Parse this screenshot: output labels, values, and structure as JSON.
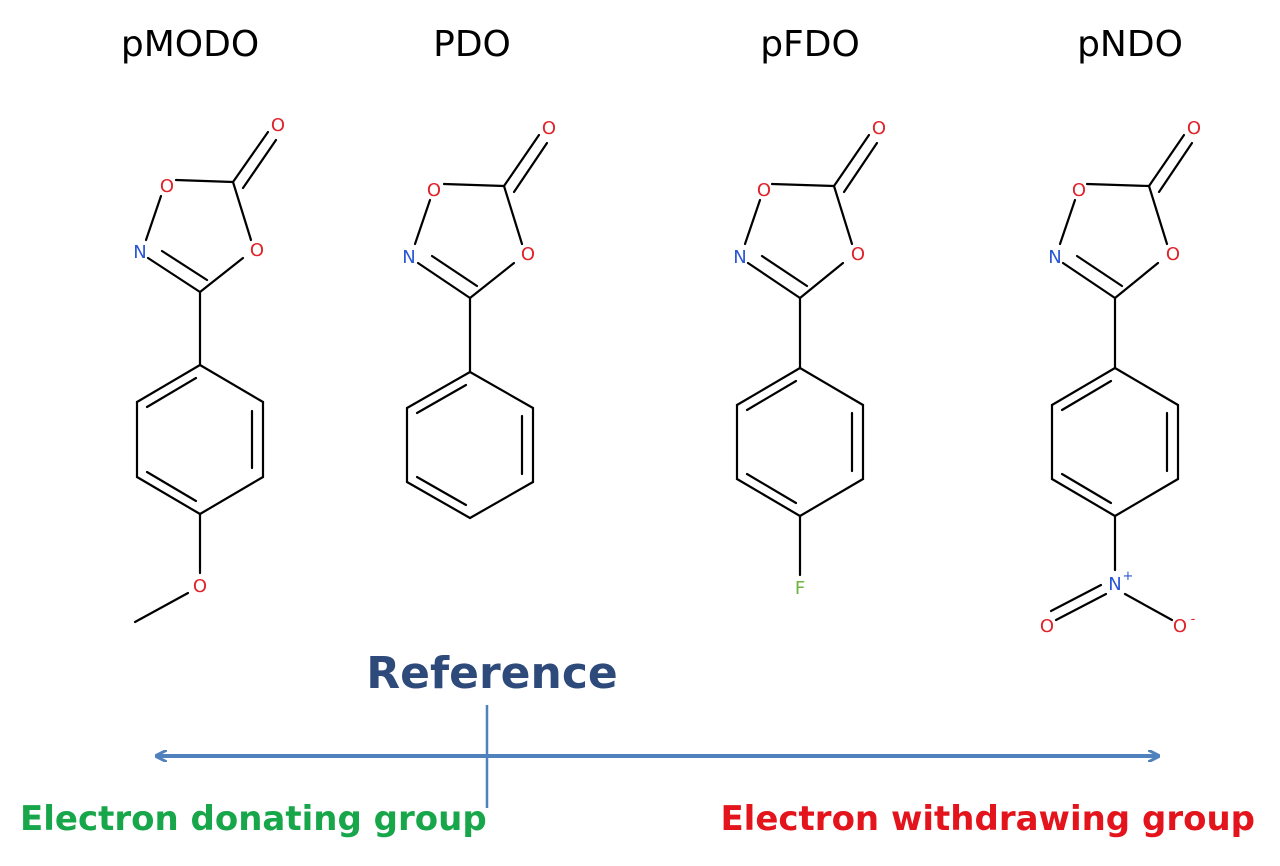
{
  "colors": {
    "oxygen": "#e0222a",
    "nitrogen": "#2a55d4",
    "fluorine": "#6db33f",
    "bond": "#000000",
    "arrow": "#4f81bd",
    "reference": "#2e4a7a",
    "donating": "#18a64a",
    "withdrawing": "#e3141b"
  },
  "molecules": [
    {
      "name": "pMODO",
      "substituent": "methoxy",
      "atoms": {
        "carbonyl_o": "O",
        "ring_o1": "O",
        "ring_o2": "O",
        "ring_n": "N",
        "sub_atom": "O"
      }
    },
    {
      "name": "PDO",
      "substituent": "none",
      "atoms": {
        "carbonyl_o": "O",
        "ring_o1": "O",
        "ring_o2": "O",
        "ring_n": "N"
      }
    },
    {
      "name": "pFDO",
      "substituent": "fluoro",
      "atoms": {
        "carbonyl_o": "O",
        "ring_o1": "O",
        "ring_o2": "O",
        "ring_n": "N",
        "sub_atom": "F"
      }
    },
    {
      "name": "pNDO",
      "substituent": "nitro",
      "atoms": {
        "carbonyl_o": "O",
        "ring_o1": "O",
        "ring_o2": "O",
        "ring_n": "N",
        "sub_atom": "N",
        "nitro_o1": "O",
        "nitro_o2": "O",
        "charge_plus": "+",
        "charge_minus": "-"
      }
    }
  ],
  "scale": {
    "reference_label": "Reference",
    "left_label": "Electron donating group",
    "right_label": "Electron withdrawing group"
  }
}
